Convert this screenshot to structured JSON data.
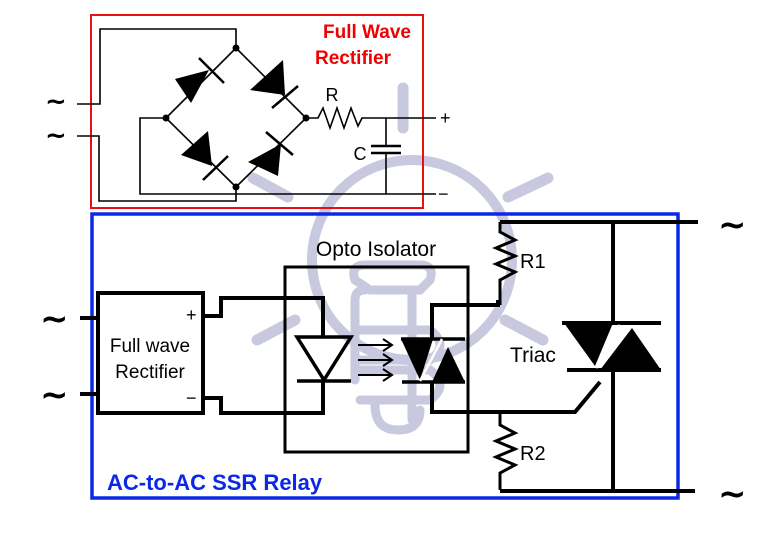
{
  "diagram": {
    "top_block": {
      "title_line1": "Full Wave",
      "title_line2": "Rectifier",
      "border_color": "#e81010",
      "title_color": "#f00000",
      "resistor_label": "R",
      "capacitor_label": "C",
      "output_plus": "+",
      "output_minus": "−",
      "ac_inputs": [
        "~",
        "~"
      ]
    },
    "ssr_block": {
      "title": "AC-to-AC SSR Relay",
      "border_color": "#0a28e6",
      "title_color": "#0a28e6",
      "rectifier_box": {
        "line1": "Full wave",
        "line2": "Rectifier",
        "plus": "+",
        "minus": "−"
      },
      "opto_label": "Opto Isolator",
      "r1_label": "R1",
      "r2_label": "R2",
      "triac_label": "Triac",
      "ac_inputs": [
        "~",
        "~"
      ],
      "ac_outputs": [
        "~",
        "~"
      ]
    },
    "watermark": {
      "icon": "lightbulb-icon",
      "color": "#c8c9de"
    }
  }
}
